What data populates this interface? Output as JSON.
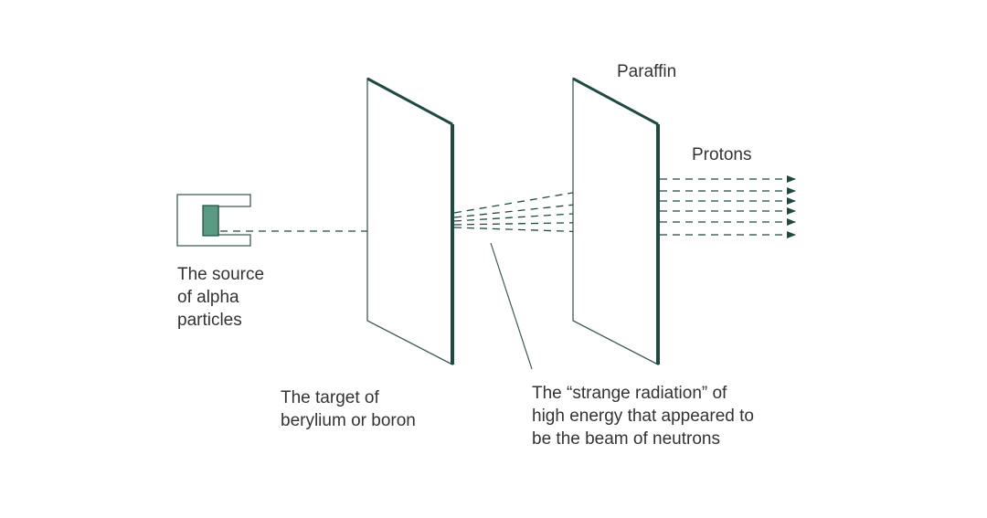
{
  "colors": {
    "panel_edge": "#1f4a43",
    "panel_outline": "#3c5a54",
    "source_fill": "#5a9a82",
    "beam": "#1f4a43",
    "text": "#333333"
  },
  "labels": {
    "source": [
      "The source",
      "of alpha",
      "particles"
    ],
    "target": [
      "The target of",
      "berylium or boron"
    ],
    "paraffin": "Paraffin",
    "protons": "Protons",
    "radiation": [
      "The “strange radiation” of",
      "high energy that appeared to",
      "be the beam of neutrons"
    ]
  }
}
